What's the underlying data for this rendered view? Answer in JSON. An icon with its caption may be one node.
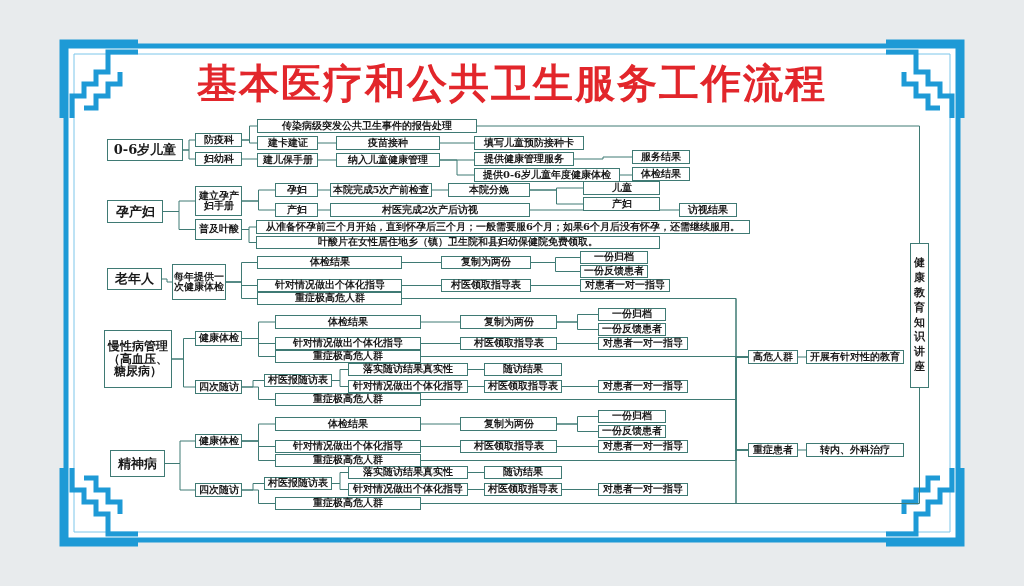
{
  "diagram": {
    "title": "基本医疗和公共卫生服务工作流程",
    "nodes": [
      {
        "text": [
          "0-6岁儿童"
        ]
      },
      {
        "text": [
          "防疫科"
        ]
      },
      {
        "text": [
          "妇幼科"
        ]
      },
      {
        "text": [
          "传染病级突发公共卫生事件的报告处理"
        ]
      },
      {
        "text": [
          "建卡建证"
        ]
      },
      {
        "text": [
          "疫苗接种"
        ]
      },
      {
        "text": [
          "填写儿童预防接种卡"
        ]
      },
      {
        "text": [
          "建儿保手册"
        ]
      },
      {
        "text": [
          "纳入儿童健康管理"
        ]
      },
      {
        "text": [
          "提供健康管理服务"
        ]
      },
      {
        "text": [
          "提供0-6岁儿童年度健康体检"
        ]
      },
      {
        "text": [
          "服务结果"
        ]
      },
      {
        "text": [
          "体检结果"
        ]
      },
      {
        "text": [
          "孕产妇"
        ]
      },
      {
        "text": [
          "建立孕产妇手册"
        ]
      },
      {
        "text": [
          "普及叶酸"
        ]
      },
      {
        "text": [
          "孕妇"
        ]
      },
      {
        "text": [
          "本院完成5次产前检查"
        ]
      },
      {
        "text": [
          "本院分娩"
        ]
      },
      {
        "text": [
          "儿童"
        ]
      },
      {
        "text": [
          "产妇"
        ]
      },
      {
        "text": [
          "产妇"
        ]
      },
      {
        "text": [
          "村医完成2次产后访视"
        ]
      },
      {
        "text": [
          "访视结果"
        ]
      },
      {
        "text": [
          "从准备怀孕前三个月开始，直到怀孕后三个月；一般需要服6个月；如果6个月后没有怀孕，还需继续服用。"
        ]
      },
      {
        "text": [
          "叶酸片在女性居住地乡（镇）卫生院和县妇幼保健院免费领取。"
        ]
      },
      {
        "text": [
          "老年人"
        ]
      },
      {
        "text": [
          "每年提供一次健康体检"
        ]
      },
      {
        "text": [
          "体检结果"
        ]
      },
      {
        "text": [
          "复制为两份"
        ]
      },
      {
        "text": [
          "一份归档"
        ]
      },
      {
        "text": [
          "一份反馈患者"
        ]
      },
      {
        "text": [
          "针对情况做出个体化指导"
        ]
      },
      {
        "text": [
          "村医领取指导表"
        ]
      },
      {
        "text": [
          "对患者一对一指导"
        ]
      },
      {
        "text": [
          "重症极高危人群"
        ]
      },
      {
        "text": [
          "慢性病管理（高血压、糖尿病）"
        ]
      },
      {
        "text": [
          "健康体检"
        ]
      },
      {
        "text": [
          "体检结果"
        ]
      },
      {
        "text": [
          "复制为两份"
        ]
      },
      {
        "text": [
          "一份归档"
        ]
      },
      {
        "text": [
          "一份反馈患者"
        ]
      },
      {
        "text": [
          "针对情况做出个体化指导"
        ]
      },
      {
        "text": [
          "村医领取指导表"
        ]
      },
      {
        "text": [
          "对患者一对一指导"
        ]
      },
      {
        "text": [
          "重症极高危人群"
        ]
      },
      {
        "text": [
          "四次随访"
        ]
      },
      {
        "text": [
          "村医报随访表"
        ]
      },
      {
        "text": [
          "落实随访结果真实性"
        ]
      },
      {
        "text": [
          "随访结果"
        ]
      },
      {
        "text": [
          "针对情况做出个体化指导"
        ]
      },
      {
        "text": [
          "村医领取指导表"
        ]
      },
      {
        "text": [
          "对患者一对一指导"
        ]
      },
      {
        "text": [
          "重症极高危人群"
        ]
      },
      {
        "text": [
          "精神病"
        ]
      },
      {
        "text": [
          "健康体检"
        ]
      },
      {
        "text": [
          "体检结果"
        ]
      },
      {
        "text": [
          "复制为两份"
        ]
      },
      {
        "text": [
          "一份归档"
        ]
      },
      {
        "text": [
          "一份反馈患者"
        ]
      },
      {
        "text": [
          "针对情况做出个体化指导"
        ]
      },
      {
        "text": [
          "村医领取指导表"
        ]
      },
      {
        "text": [
          "对患者一对一指导"
        ]
      },
      {
        "text": [
          "重症极高危人群"
        ]
      },
      {
        "text": [
          "四次随访"
        ]
      },
      {
        "text": [
          "村医报随访表"
        ]
      },
      {
        "text": [
          "落实随访结果真实性"
        ]
      },
      {
        "text": [
          "随访结果"
        ]
      },
      {
        "text": [
          "针对情况做出个体化指导"
        ]
      },
      {
        "text": [
          "村医领取指导表"
        ]
      },
      {
        "text": [
          "对患者一对一指导"
        ]
      },
      {
        "text": [
          "重症极高危人群"
        ]
      },
      {
        "text": [
          "高危人群"
        ]
      },
      {
        "text": [
          "开展有针对性的教育"
        ]
      },
      {
        "text": [
          "重症患者"
        ]
      },
      {
        "text": [
          "转内、外科治疗"
        ]
      },
      {
        "text": [
          "健康教育知识讲座"
        ]
      }
    ],
    "edges": [
      {
        "from": 0,
        "to": 1,
        "arrow": "none"
      },
      {
        "from": 0,
        "to": 2,
        "arrow": "none"
      },
      {
        "from": 1,
        "to": 3,
        "arrow": "none"
      },
      {
        "from": 1,
        "to": 4,
        "arrow": "none"
      },
      {
        "from": 4,
        "to": 5,
        "arrow": "none"
      },
      {
        "from": 5,
        "to": 6,
        "arrow": "none"
      },
      {
        "from": 2,
        "to": 7,
        "arrow": "none"
      },
      {
        "from": 7,
        "to": 8,
        "arrow": "none"
      },
      {
        "from": 8,
        "to": 9,
        "arrow": "none"
      },
      {
        "from": 8,
        "to": 10,
        "arrow": "none"
      },
      {
        "from": 9,
        "to": 11,
        "arrow": "none"
      },
      {
        "from": 10,
        "to": 12,
        "arrow": "none"
      },
      {
        "from": 3,
        "to": 76,
        "arrow": "none"
      },
      {
        "from": 13,
        "to": 14,
        "arrow": "none"
      },
      {
        "from": 13,
        "to": 15,
        "arrow": "none"
      },
      {
        "from": 14,
        "to": 16,
        "arrow": "none"
      },
      {
        "from": 14,
        "to": 21,
        "arrow": "none"
      },
      {
        "from": 16,
        "to": 17,
        "arrow": "none"
      },
      {
        "from": 17,
        "to": 18,
        "arrow": "none"
      },
      {
        "from": 18,
        "to": 19,
        "arrow": "none"
      },
      {
        "from": 18,
        "to": 20,
        "arrow": "none"
      },
      {
        "from": 21,
        "to": 22,
        "arrow": "none"
      },
      {
        "from": 22,
        "to": 23,
        "arrow": "none"
      },
      {
        "from": 15,
        "to": 24,
        "arrow": "none"
      },
      {
        "from": 15,
        "to": 25,
        "arrow": "none"
      },
      {
        "from": 26,
        "to": 27,
        "arrow": "none"
      },
      {
        "from": 27,
        "to": 28,
        "arrow": "none"
      },
      {
        "from": 27,
        "to": 32,
        "arrow": "none"
      },
      {
        "from": 27,
        "to": 35,
        "arrow": "none"
      },
      {
        "from": 28,
        "to": 29,
        "arrow": "none"
      },
      {
        "from": 29,
        "to": 30,
        "arrow": "none"
      },
      {
        "from": 29,
        "to": 31,
        "arrow": "none"
      },
      {
        "from": 32,
        "to": 33,
        "arrow": "none"
      },
      {
        "from": 33,
        "to": 34,
        "arrow": "none"
      },
      {
        "from": 36,
        "to": 37,
        "arrow": "none"
      },
      {
        "from": 36,
        "to": 46,
        "arrow": "none"
      },
      {
        "from": 37,
        "to": 38,
        "arrow": "none"
      },
      {
        "from": 37,
        "to": 42,
        "arrow": "none"
      },
      {
        "from": 37,
        "to": 45,
        "arrow": "none"
      },
      {
        "from": 38,
        "to": 39,
        "arrow": "none"
      },
      {
        "from": 39,
        "to": 40,
        "arrow": "none"
      },
      {
        "from": 39,
        "to": 41,
        "arrow": "none"
      },
      {
        "from": 42,
        "to": 43,
        "arrow": "none"
      },
      {
        "from": 43,
        "to": 44,
        "arrow": "none"
      },
      {
        "from": 46,
        "to": 47,
        "arrow": "none"
      },
      {
        "from": 46,
        "to": 53,
        "arrow": "none"
      },
      {
        "from": 47,
        "to": 48,
        "arrow": "none"
      },
      {
        "from": 47,
        "to": 50,
        "arrow": "none"
      },
      {
        "from": 48,
        "to": 49,
        "arrow": "none"
      },
      {
        "from": 50,
        "to": 51,
        "arrow": "none"
      },
      {
        "from": 51,
        "to": 52,
        "arrow": "none"
      },
      {
        "from": 54,
        "to": 55,
        "arrow": "none"
      },
      {
        "from": 54,
        "to": 64,
        "arrow": "none"
      },
      {
        "from": 55,
        "to": 56,
        "arrow": "none"
      },
      {
        "from": 55,
        "to": 60,
        "arrow": "none"
      },
      {
        "from": 55,
        "to": 63,
        "arrow": "none"
      },
      {
        "from": 56,
        "to": 57,
        "arrow": "none"
      },
      {
        "from": 57,
        "to": 58,
        "arrow": "none"
      },
      {
        "from": 57,
        "to": 59,
        "arrow": "none"
      },
      {
        "from": 60,
        "to": 61,
        "arrow": "none"
      },
      {
        "from": 61,
        "to": 62,
        "arrow": "none"
      },
      {
        "from": 64,
        "to": 65,
        "arrow": "none"
      },
      {
        "from": 64,
        "to": 71,
        "arrow": "none"
      },
      {
        "from": 65,
        "to": 66,
        "arrow": "none"
      },
      {
        "from": 65,
        "to": 68,
        "arrow": "none"
      },
      {
        "from": 66,
        "to": 67,
        "arrow": "none"
      },
      {
        "from": 68,
        "to": 69,
        "arrow": "none"
      },
      {
        "from": 69,
        "to": 70,
        "arrow": "none"
      },
      {
        "from": 35,
        "to": 72,
        "arrow": "none"
      },
      {
        "from": 35,
        "to": 74,
        "arrow": "none"
      },
      {
        "from": 45,
        "to": 72,
        "arrow": "none"
      },
      {
        "from": 45,
        "to": 74,
        "arrow": "none"
      },
      {
        "from": 53,
        "to": 72,
        "arrow": "none"
      },
      {
        "from": 53,
        "to": 74,
        "arrow": "none"
      },
      {
        "from": 63,
        "to": 72,
        "arrow": "none"
      },
      {
        "from": 63,
        "to": 74,
        "arrow": "none"
      },
      {
        "from": 71,
        "to": 72,
        "arrow": "none"
      },
      {
        "from": 71,
        "to": 74,
        "arrow": "none"
      },
      {
        "from": 71,
        "to": 76,
        "arrow": "none"
      },
      {
        "from": 72,
        "to": 73,
        "arrow": "none"
      },
      {
        "from": 74,
        "to": 75,
        "arrow": "none"
      }
    ]
  }
}
